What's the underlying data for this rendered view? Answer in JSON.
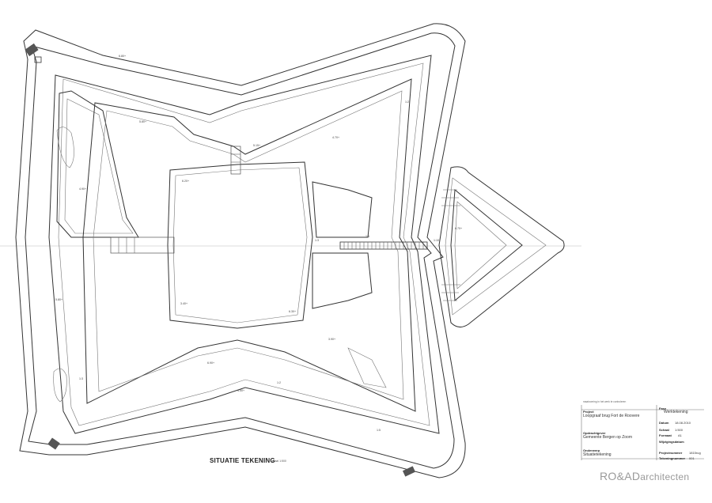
{
  "drawing": {
    "title": "SITUATIE TEKENING",
    "scale": "schaal 1:500"
  },
  "title_block": {
    "note": "maatvoering in het werk te controleren",
    "project_label": "Project",
    "project_value": "Loopgraaf brug Fort de Roovere",
    "opdrachtgever_label": "Opdrachtgever",
    "opdrachtgever_value": "Gemeente Bergen op Zoom",
    "onderwerp_label": "Onderwerp",
    "onderwerp_value": "Situatietekening",
    "fase_label": "Fase",
    "fase_value": "Werktekening",
    "datum_label": "Datum",
    "datum_value": "18.08.2010",
    "schaal_label": "Schaal",
    "schaal_value": "1:500",
    "formaat_label": "Formaat",
    "formaat_value": "A1",
    "wijzigingsdatum_label": "Wijzigingsdatum",
    "projectnummer_label": "Projectnummer",
    "projectnummer_value": "1815rug",
    "tekeningnummer_label": "Tekeningnummer",
    "tekeningnummer_value": "001"
  },
  "logo": {
    "brand": "RO&AD",
    "suffix": "architecten"
  },
  "dimension_labels": [
    "6.80+",
    "5.80+",
    "6.20+",
    "5.15+",
    "4.70+",
    "1:2",
    "1:3",
    "1:5",
    "1:10",
    "6.70+",
    "4.90+",
    "5.80+",
    "3.40+",
    "6.30+",
    "1:2",
    "4.50+",
    "1:5",
    "1:3",
    "6.90+",
    "3.90+"
  ]
}
